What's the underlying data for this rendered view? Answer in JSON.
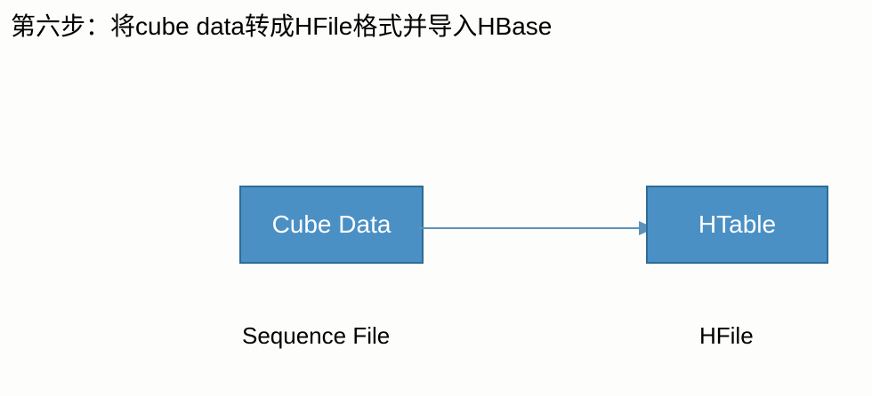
{
  "slide": {
    "title": "第六步：将cube data转成HFile格式并导入HBase",
    "background_color": "#fdfdfb"
  },
  "diagram": {
    "node_fill_color": "#4a90c4",
    "node_border_color": "#2e6d96",
    "node_text_color": "#ffffff",
    "connector_color": "#5b93b8",
    "caption_text_color": "#000000",
    "nodes": [
      {
        "id": "cube-data",
        "label": "Cube Data",
        "caption": "Sequence File"
      },
      {
        "id": "htable",
        "label": "HTable",
        "caption": "HFile"
      }
    ],
    "connector": {
      "from": "cube-data",
      "to": "htable",
      "style": "single-headed-arrow",
      "label": ""
    }
  }
}
